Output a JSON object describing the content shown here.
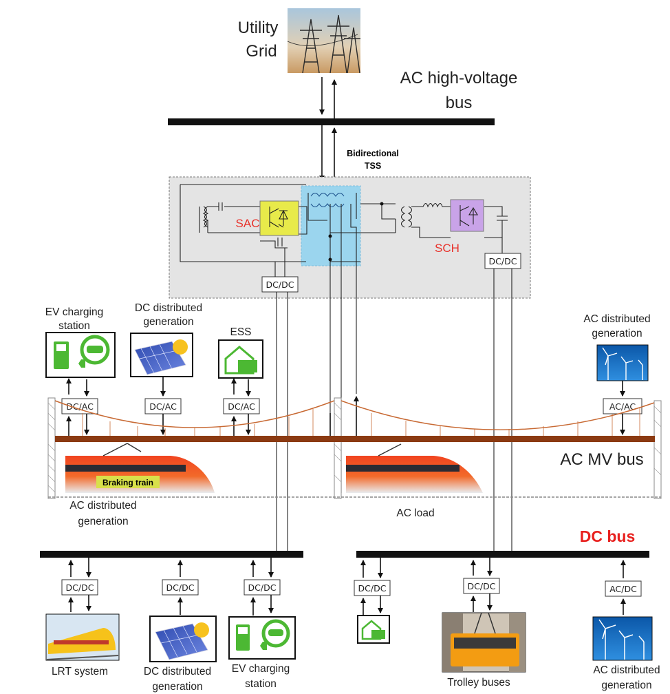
{
  "utility_grid": {
    "label_line1": "Utility",
    "label_line2": "Grid",
    "image": "power-towers-photo"
  },
  "ac_hv_bus": {
    "label_line1": "AC high-voltage",
    "label_line2": "bus"
  },
  "tss": {
    "label_line1": "Bidirectional",
    "label_line2": "TSS"
  },
  "sac": {
    "label": "SAC",
    "color": "#e8312a",
    "block_color": "#e8ea4a"
  },
  "sch": {
    "label": "SCH",
    "color": "#e8312a",
    "block_color": "#c9a3e8"
  },
  "transformer_highlight_color": "#8fd3f0",
  "converters": {
    "dcdc": "DC/DC",
    "dcac": "DC/AC",
    "acac": "AC/AC",
    "acdc": "AC/DC"
  },
  "top_row": {
    "ev_station": {
      "line1": "EV charging",
      "line2": "station",
      "icon": "ev-charging-icon"
    },
    "dc_gen": {
      "line1": "DC distributed",
      "line2": "generation",
      "icon": "solar-panel-icon"
    },
    "ess": {
      "line1": "ESS",
      "icon": "ess-battery-icon"
    },
    "ac_gen": {
      "line1": "AC distributed",
      "line2": "generation",
      "icon": "wind-turbine-icon"
    }
  },
  "ac_mv_bus": {
    "label": "AC MV bus",
    "color": "#8b3a12"
  },
  "braking_train": {
    "label": "Braking train",
    "color": "#d8e04a"
  },
  "ac_gen_label": {
    "line1": "AC distributed",
    "line2": "generation"
  },
  "ac_load": {
    "label": "AC load"
  },
  "dc_bus": {
    "label": "DC bus",
    "color": "#e8201e"
  },
  "bottom_row": {
    "lrt": {
      "line1": "LRT system",
      "icon": "lrt-tram-photo"
    },
    "dc_gen": {
      "line1": "DC distributed",
      "line2": "generation",
      "icon": "solar-panel-icon"
    },
    "ev_station": {
      "line1": "EV charging",
      "line2": "station",
      "icon": "ev-charging-icon"
    },
    "ess": {
      "icon": "ess-battery-icon"
    },
    "trolley": {
      "line1": "Trolley buses",
      "icon": "trolley-bus-photo"
    },
    "ac_gen": {
      "line1": "AC distributed",
      "line2": "generation",
      "icon": "wind-turbine-icon"
    }
  }
}
